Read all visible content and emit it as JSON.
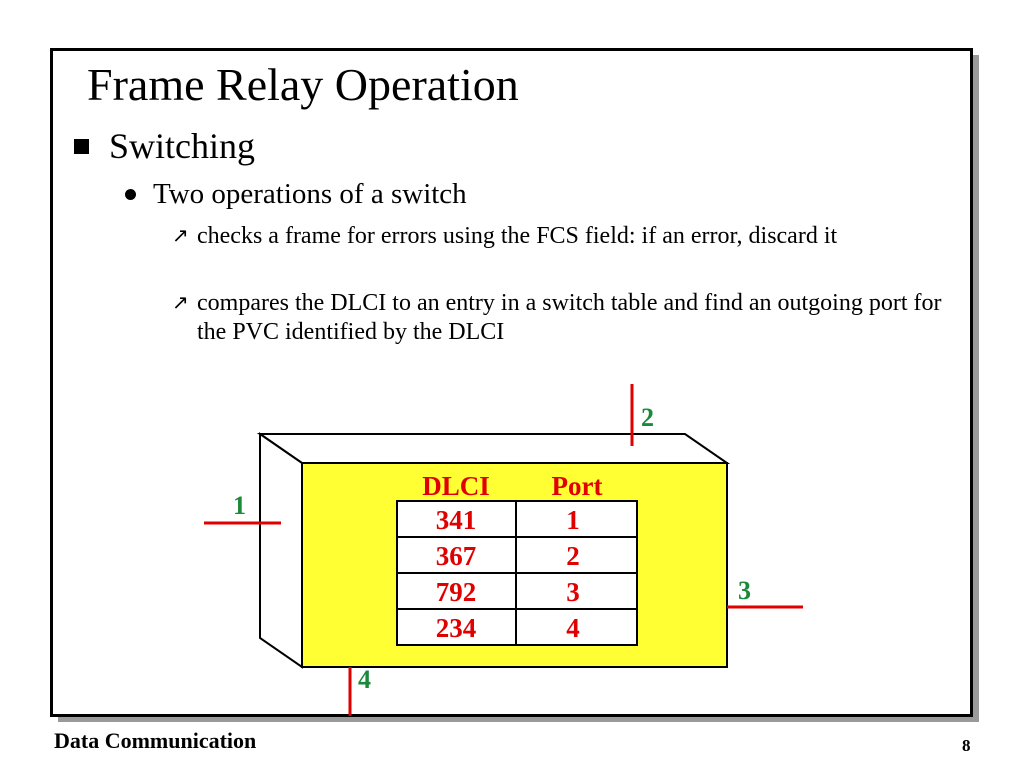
{
  "slide": {
    "title": "Frame Relay Operation",
    "bullet_1": "Switching",
    "bullet_2": "Two operations of a switch",
    "sub_bullets": [
      "checks a frame for errors using the FCS field: if an error, discard it",
      "compares the DLCI to an entry in a switch table and find an outgoing port for the PVC identified by the DLCI"
    ]
  },
  "diagram": {
    "table_headers": [
      "DLCI",
      "Port"
    ],
    "rows": [
      {
        "dlci": "341",
        "port": "1"
      },
      {
        "dlci": "367",
        "port": "2"
      },
      {
        "dlci": "792",
        "port": "3"
      },
      {
        "dlci": "234",
        "port": "4"
      }
    ],
    "port_labels": {
      "p1": "1",
      "p2": "2",
      "p3": "3",
      "p4": "4"
    },
    "colors": {
      "switch_face": "#ffff33",
      "header_text": "#e00000",
      "value_text": "#e00000",
      "port_label": "#1a8a3a",
      "port_line": "#e00000"
    }
  },
  "footer": {
    "left": "Data Communication",
    "page_number": "8"
  }
}
